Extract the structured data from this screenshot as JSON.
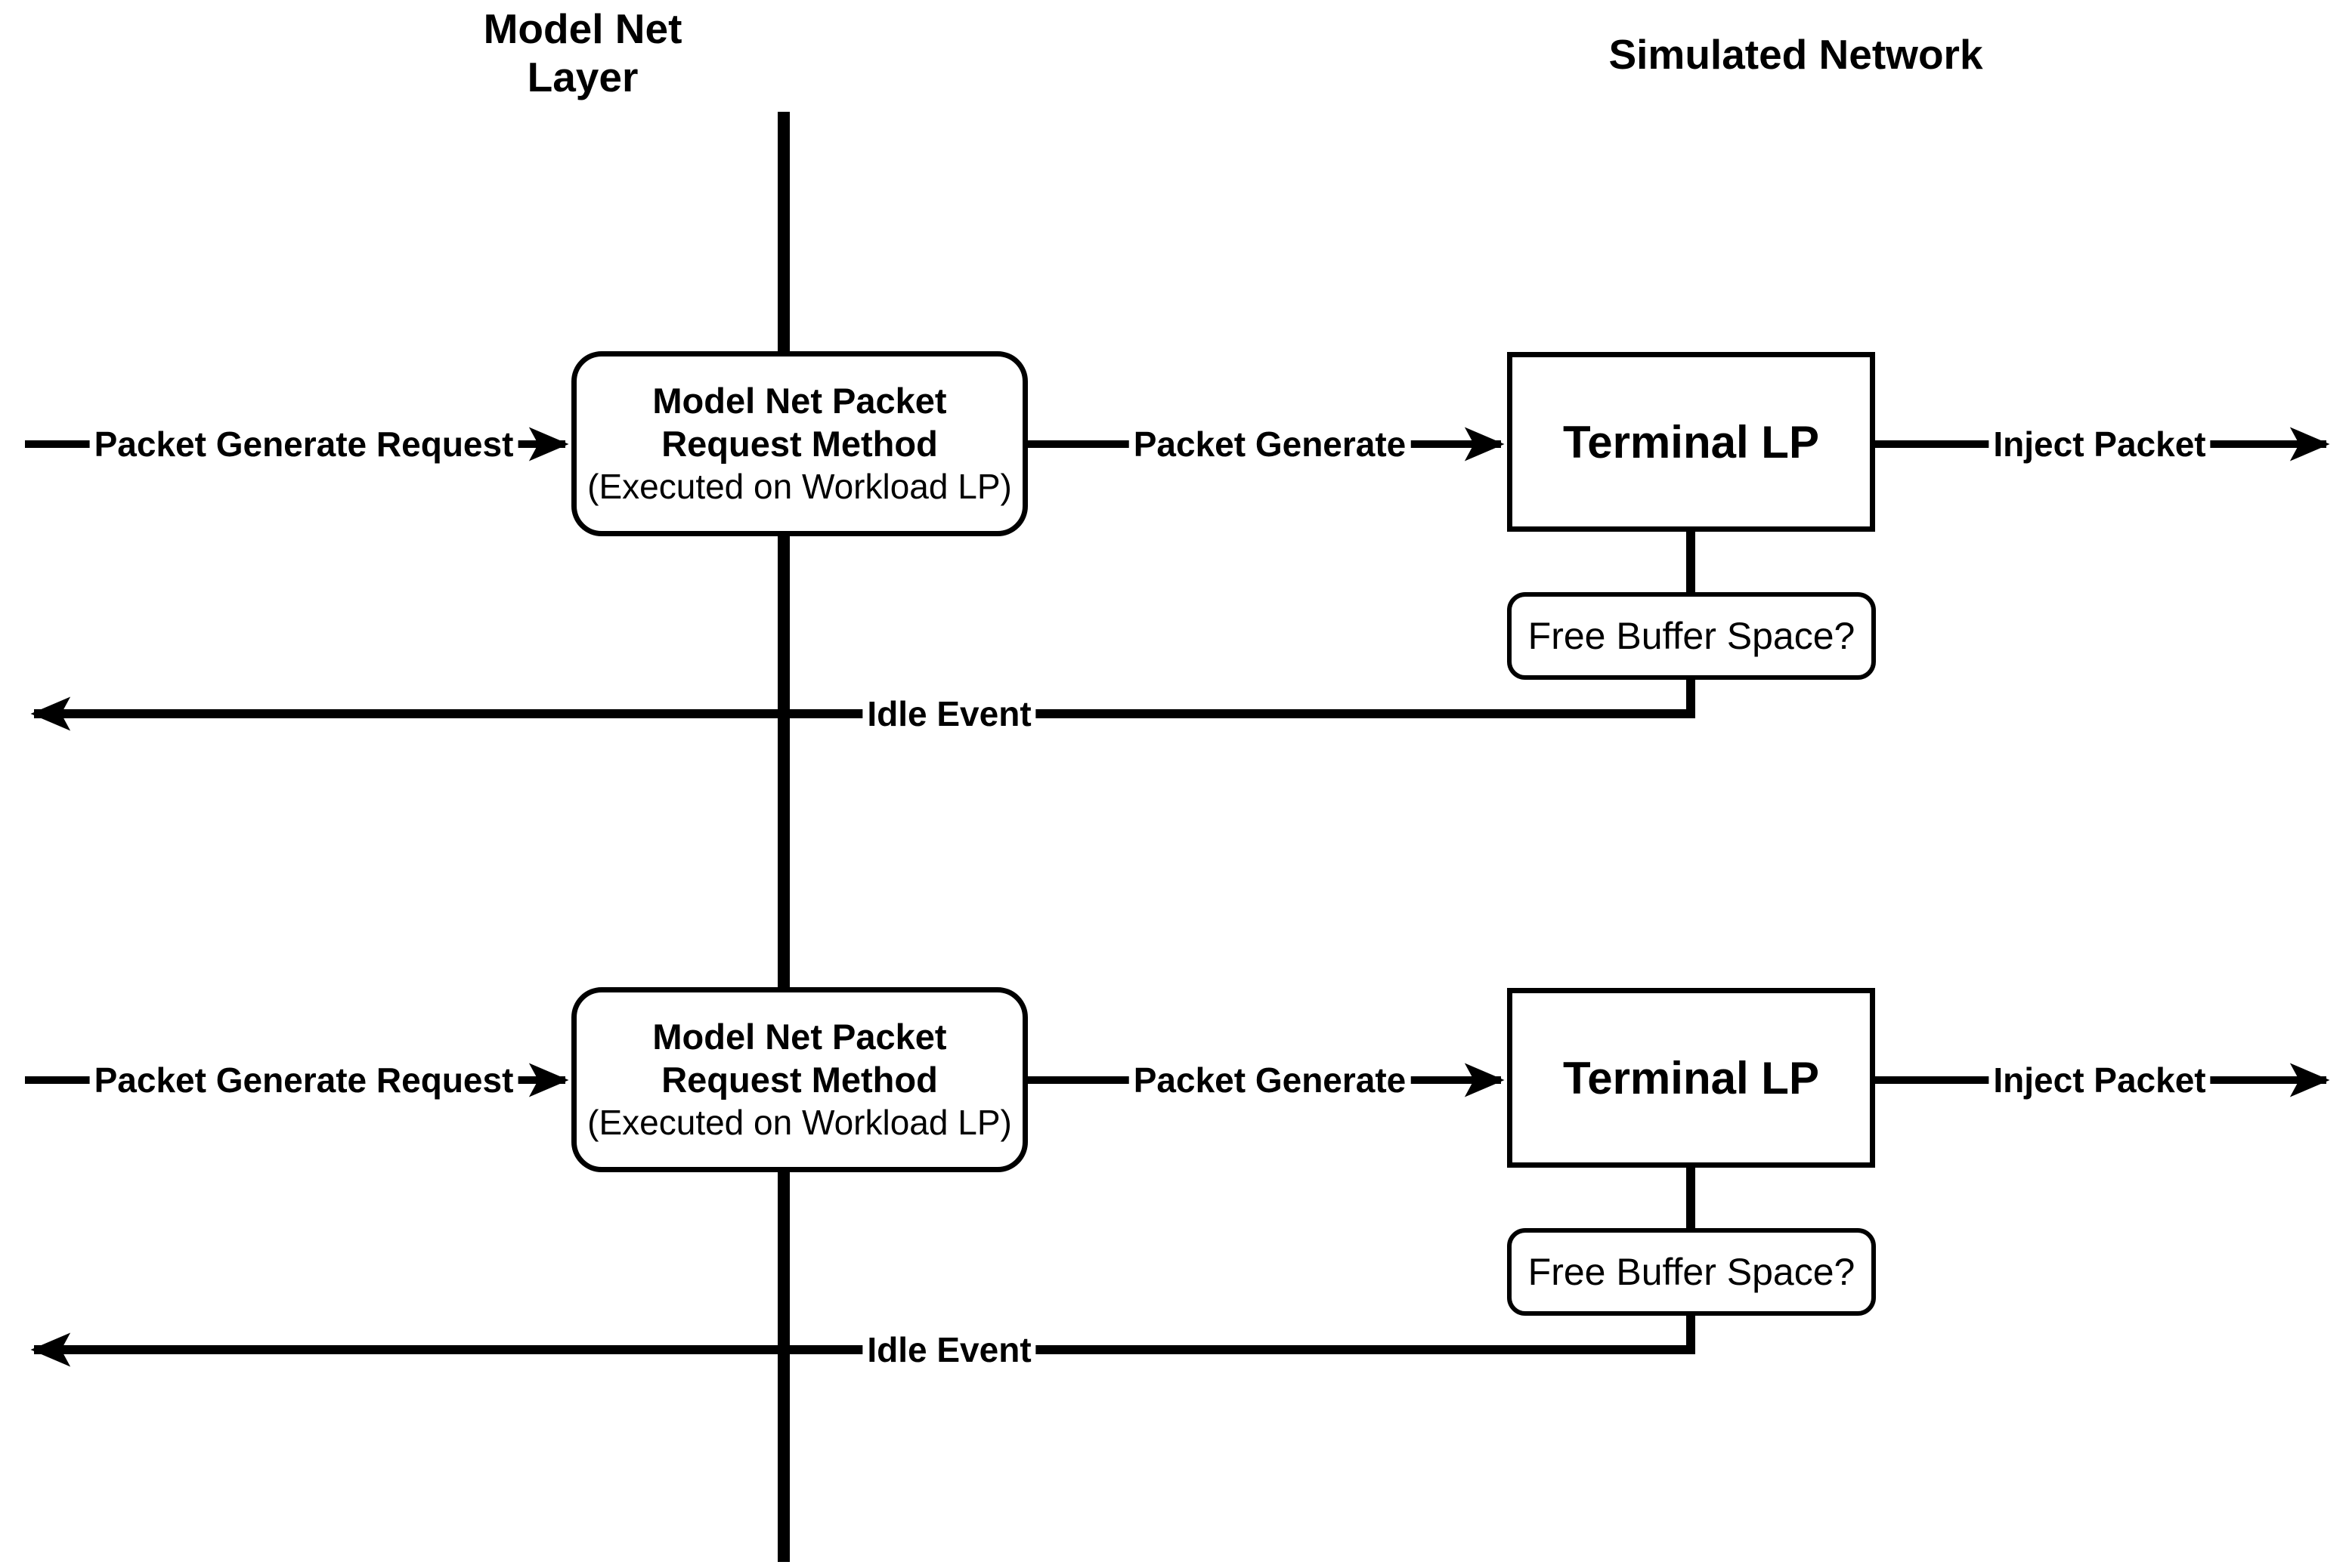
{
  "headers": {
    "left_line1": "Model Net",
    "left_line2": "Layer",
    "right": "Simulated Network"
  },
  "rows": [
    {
      "packet_generate_request": "Packet Generate Request",
      "method_box_line1": "Model Net Packet",
      "method_box_line2": "Request Method",
      "method_box_line3": "(Executed on Workload LP)",
      "packet_generate": "Packet Generate",
      "terminal": "Terminal LP",
      "inject_packet": "Inject Packet",
      "free_buffer": "Free Buffer Space?",
      "idle_event": "Idle Event"
    },
    {
      "packet_generate_request": "Packet Generate Request",
      "method_box_line1": "Model Net Packet",
      "method_box_line2": "Request Method",
      "method_box_line3": "(Executed on Workload LP)",
      "packet_generate": "Packet Generate",
      "terminal": "Terminal LP",
      "inject_packet": "Inject Packet",
      "free_buffer": "Free Buffer Space?",
      "idle_event": "Idle Event"
    }
  ],
  "colors": {
    "line": "#000000",
    "background": "#ffffff"
  }
}
